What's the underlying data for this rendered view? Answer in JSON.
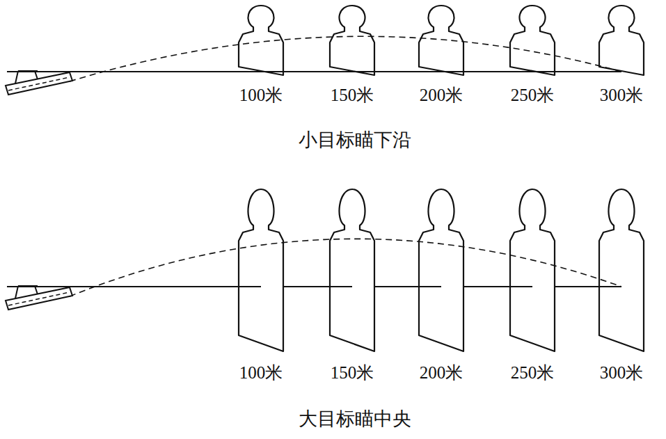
{
  "diagram": {
    "labels": [
      "100米",
      "150米",
      "200米",
      "250米",
      "300米",
      "小目标瞄下沿",
      "100米",
      "150米",
      "200米",
      "250米",
      "300米",
      "大目标瞄中央"
    ]
  }
}
